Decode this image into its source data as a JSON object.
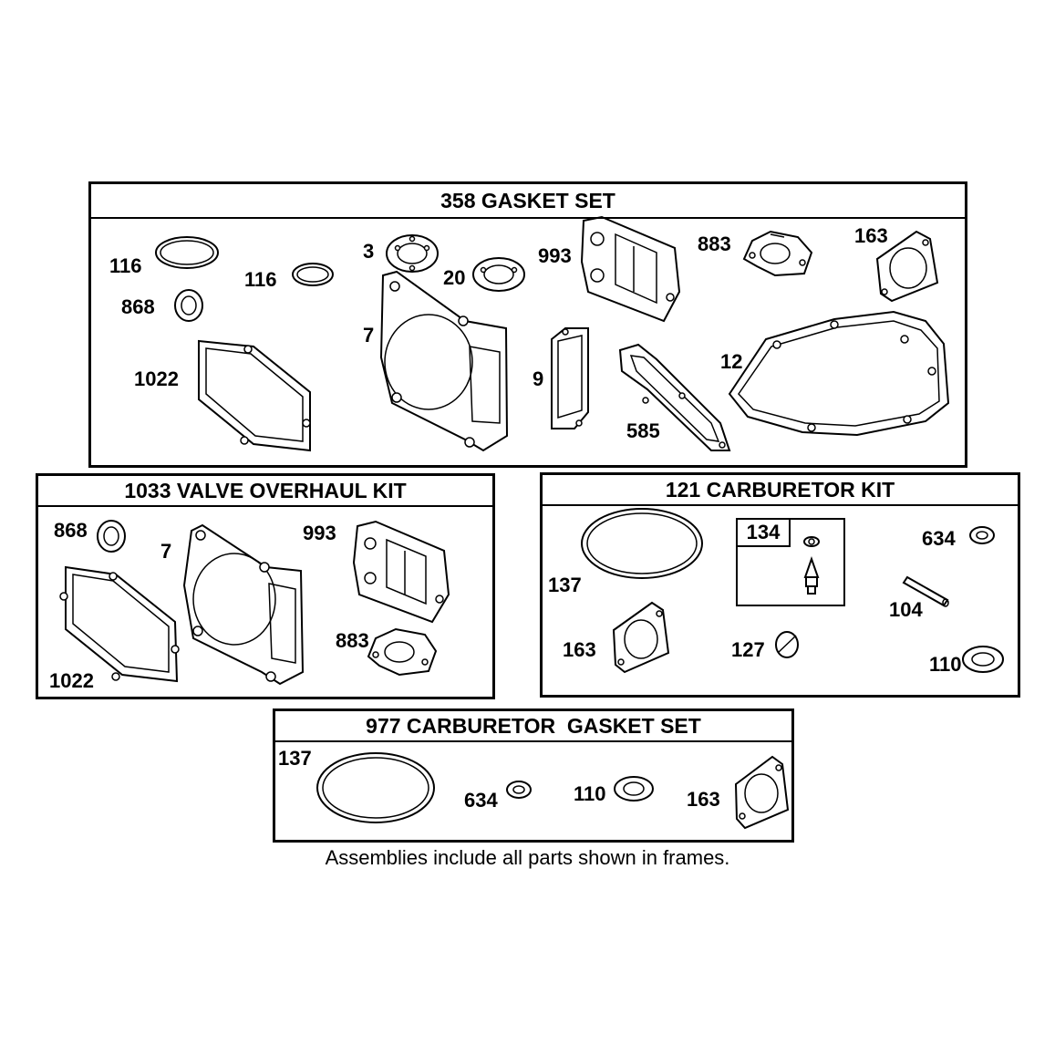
{
  "frames": {
    "gasket_set": {
      "title": "358 GASKET SET",
      "labels": {
        "ring_large": "116",
        "ring_small": "116",
        "seal_868": "868",
        "seal_3": "3",
        "seal_20": "20",
        "plate_993": "993",
        "intake_883": "883",
        "carb_163": "163",
        "cover_1022": "1022",
        "head_7": "7",
        "breather_9": "9",
        "exhaust_585": "585",
        "sump_12": "12"
      }
    },
    "valve_kit": {
      "title": "1033 VALVE OVERHAUL KIT",
      "labels": {
        "seal_868": "868",
        "head_7": "7",
        "plate_993": "993",
        "intake_883": "883",
        "cover_1022": "1022"
      }
    },
    "carb_kit": {
      "title": "121 CARBURETOR KIT",
      "labels": {
        "oring_137": "137",
        "needle_134": "134",
        "washer_634": "634",
        "pin_104": "104",
        "gasket_163": "163",
        "plug_127": "127",
        "washer_110": "110"
      }
    },
    "carb_gasket_set": {
      "title": "977 CARBURETOR  GASKET SET",
      "labels": {
        "oring_137": "137",
        "washer_634": "634",
        "washer_110": "110",
        "gasket_163": "163"
      }
    }
  },
  "footnote": "Assemblies include all parts shown in frames."
}
